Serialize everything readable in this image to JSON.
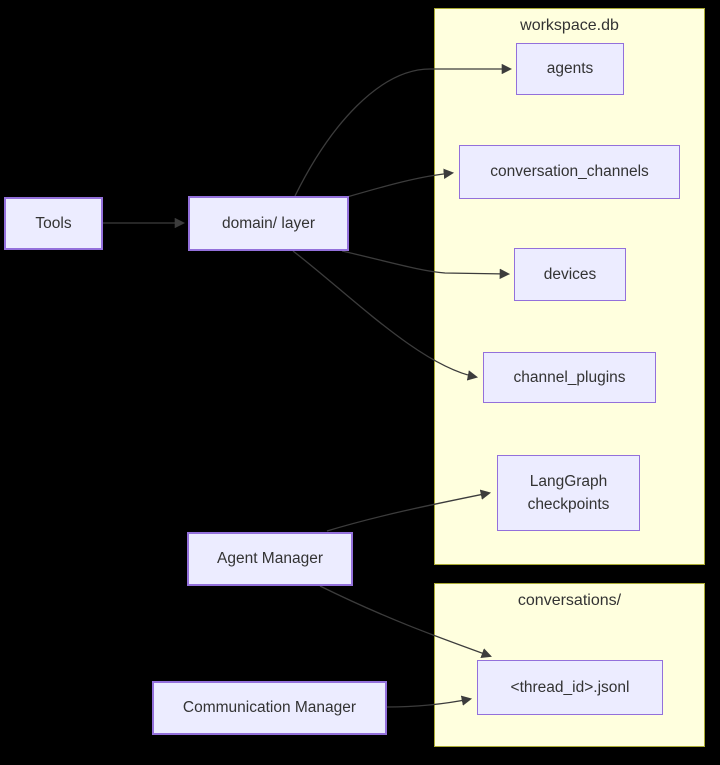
{
  "diagram": {
    "type": "flowchart",
    "background_color": "#000000",
    "clusters": {
      "workspace_db": {
        "label": "workspace.db"
      },
      "conversations": {
        "label": "conversations/"
      }
    },
    "nodes": {
      "tools": {
        "label": "Tools"
      },
      "domain_layer": {
        "label": "domain/ layer"
      },
      "agent_manager": {
        "label": "Agent Manager"
      },
      "communication_manager": {
        "label": "Communication Manager"
      },
      "agents": {
        "label": "agents"
      },
      "conversation_channels": {
        "label": "conversation_channels"
      },
      "devices": {
        "label": "devices"
      },
      "channel_plugins": {
        "label": "channel_plugins"
      },
      "langgraph_checkpoints": {
        "label": "LangGraph checkpoints"
      },
      "thread_jsonl": {
        "label": "<thread_id>.jsonl"
      }
    },
    "edges": [
      {
        "from": "tools",
        "to": "domain_layer"
      },
      {
        "from": "domain_layer",
        "to": "agents"
      },
      {
        "from": "domain_layer",
        "to": "conversation_channels"
      },
      {
        "from": "domain_layer",
        "to": "devices"
      },
      {
        "from": "domain_layer",
        "to": "channel_plugins"
      },
      {
        "from": "agent_manager",
        "to": "langgraph_checkpoints"
      },
      {
        "from": "agent_manager",
        "to": "thread_jsonl"
      },
      {
        "from": "communication_manager",
        "to": "thread_jsonl"
      }
    ],
    "colors": {
      "cluster_fill": "#ffffde",
      "cluster_border": "#aaaa33",
      "node_fill": "#ececff",
      "node_border": "#9370db",
      "edge_stroke": "#3c3c3c",
      "text": "#333333",
      "background": "#000000"
    }
  }
}
